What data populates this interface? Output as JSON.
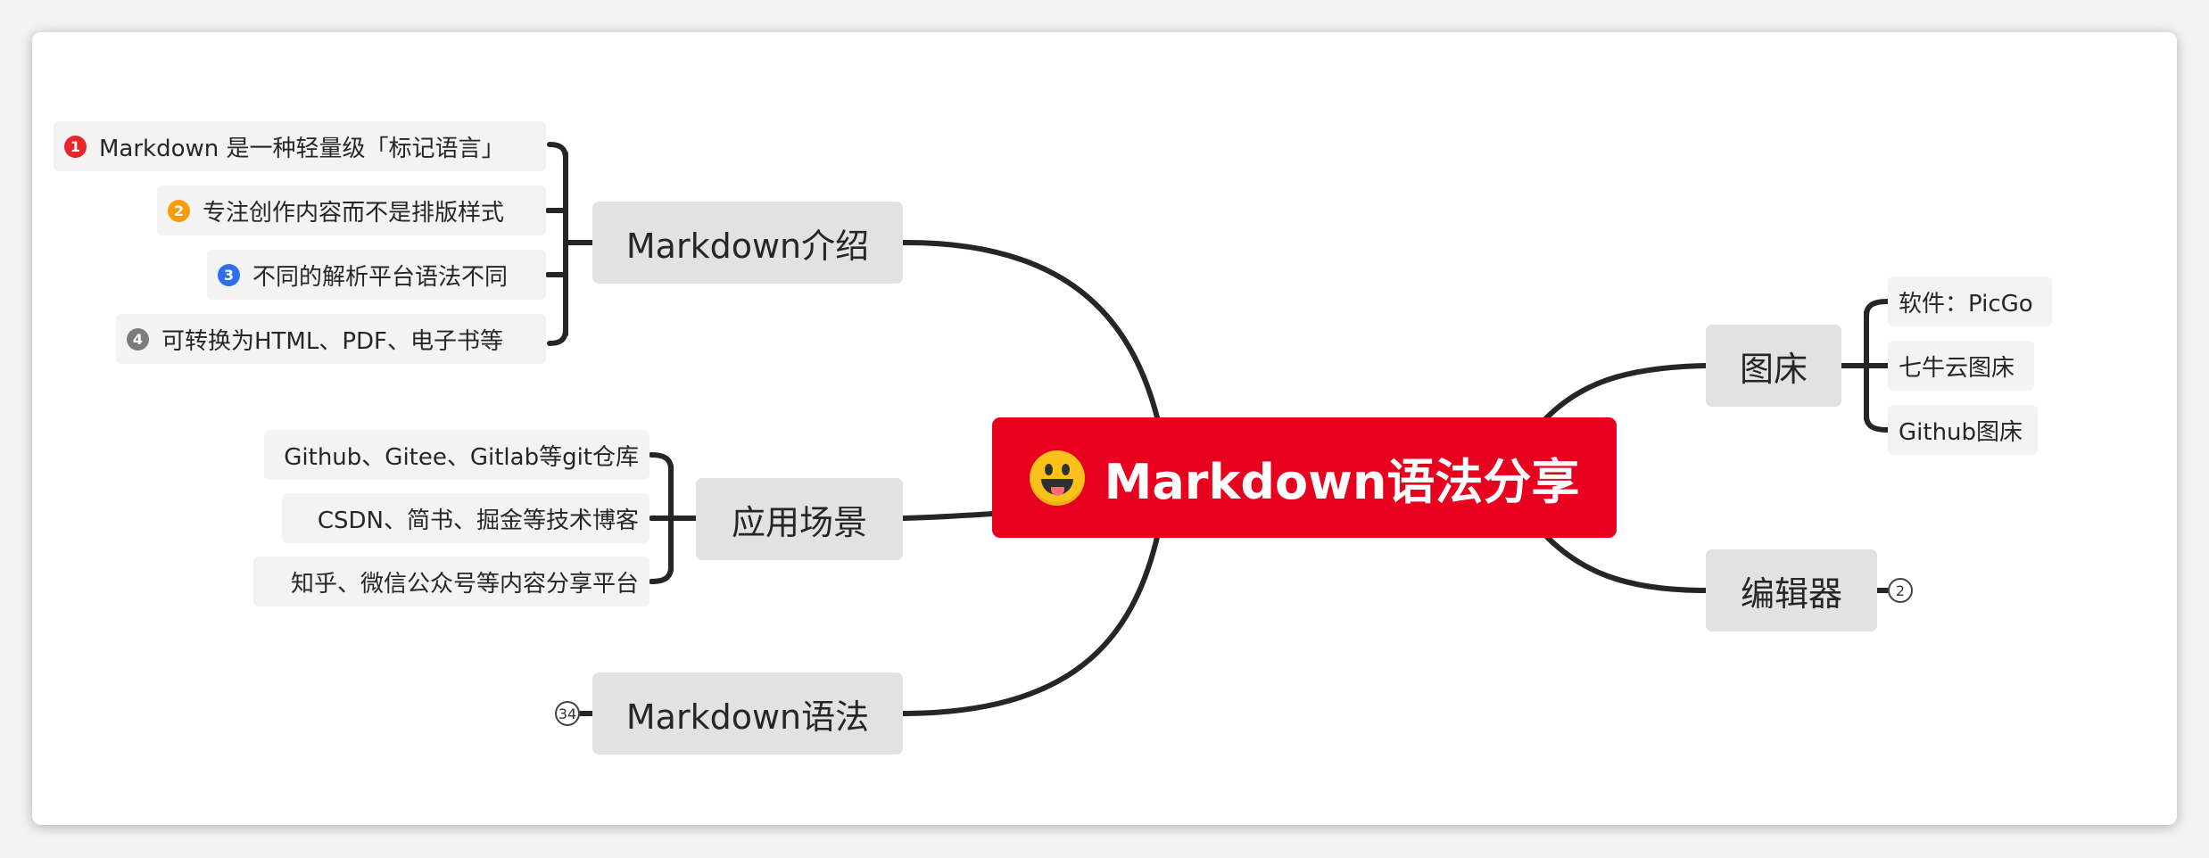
{
  "colors": {
    "central_bg": "#e8001f",
    "main_topic_bg": "#e2e2e2",
    "sub_topic_bg": "#f3f3f3",
    "line": "#262626",
    "marker_1": "#e8252b",
    "marker_2": "#f59d0a",
    "marker_3": "#2f6ee8",
    "marker_4": "#7b7b7b"
  },
  "central": {
    "icon": "grinning-tongue-emoji-icon",
    "title": "Markdown语法分享"
  },
  "left_topics": {
    "intro": {
      "title": "Markdown介绍",
      "children": [
        {
          "marker": "1",
          "text": "Markdown 是一种轻量级「标记语言」"
        },
        {
          "marker": "2",
          "text": "专注创作内容而不是排版样式"
        },
        {
          "marker": "3",
          "text": "不同的解析平台语法不同"
        },
        {
          "marker": "4",
          "text": "可转换为HTML、PDF、电子书等"
        }
      ]
    },
    "usage": {
      "title": "应用场景",
      "children": [
        {
          "text": "Github、Gitee、Gitlab等git仓库"
        },
        {
          "text": "CSDN、简书、掘金等技术博客"
        },
        {
          "text": "知乎、微信公众号等内容分享平台"
        }
      ]
    },
    "syntax": {
      "title": "Markdown语法",
      "collapsed_count": "34"
    }
  },
  "right_topics": {
    "image_host": {
      "title": "图床",
      "children": [
        {
          "text": "软件：PicGo"
        },
        {
          "text": "七牛云图床"
        },
        {
          "text": "Github图床"
        }
      ]
    },
    "editor": {
      "title": "编辑器",
      "collapsed_count": "2"
    }
  }
}
